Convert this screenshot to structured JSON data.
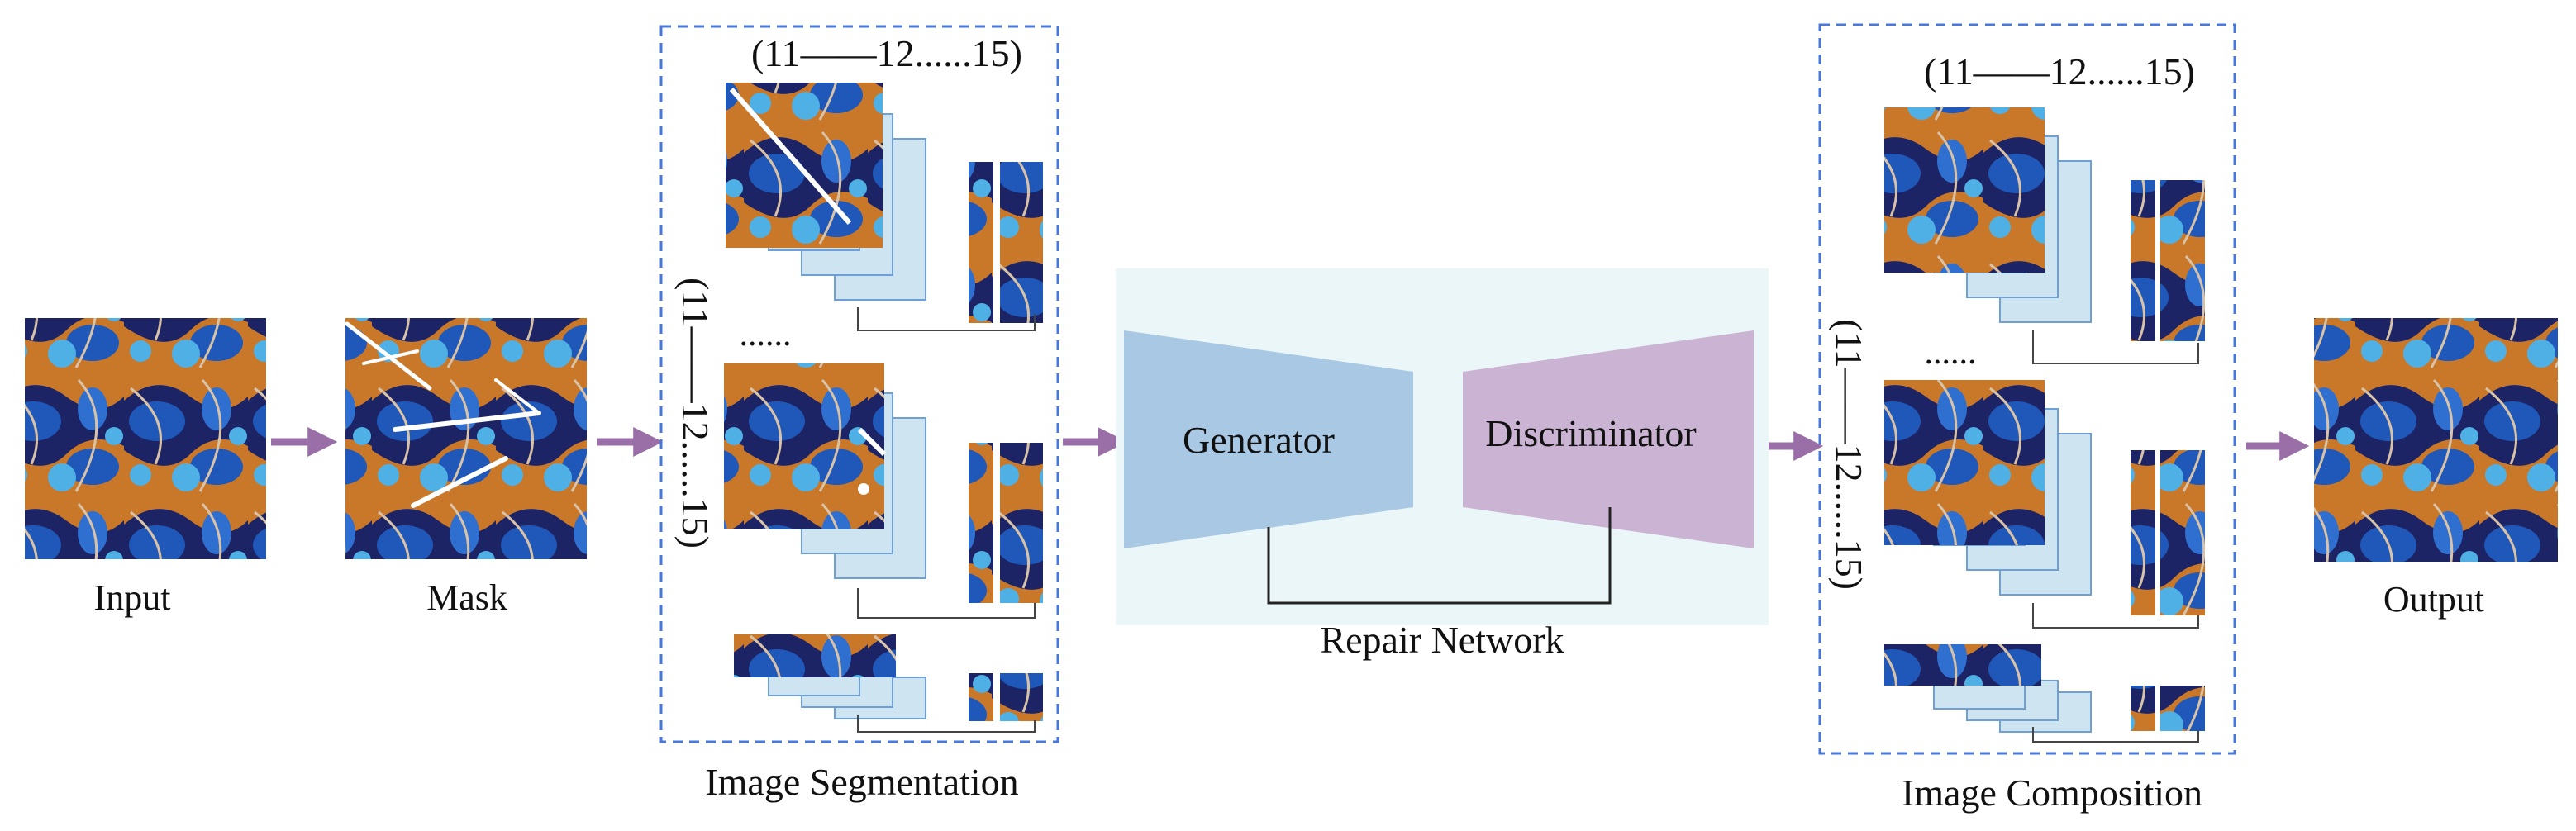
{
  "labels": {
    "input": "Input",
    "mask": "Mask",
    "segmentation": "Image Segmentation",
    "composition": "Image Composition",
    "output": "Output",
    "repair_network": "Repair Network",
    "generator": "Generator",
    "discriminator": "Discriminator"
  },
  "sequence": {
    "horizontal": "(11——12......15)",
    "vertical": "(11——12......15)",
    "ellipsis": "......"
  },
  "colors": {
    "arrow": "#9a6fa8",
    "dash_border": "#4a78d8",
    "panel": "#eaf6f7",
    "generator": "#a9c8e4",
    "discriminator": "#cbb3d4",
    "tile_fill": "#cfe4f1",
    "tile_stroke": "#6f9fd8",
    "pattern_orange": "#c9782a",
    "pattern_blue": "#1f58b8",
    "pattern_navy": "#1c2466",
    "pattern_light": "#4fb0e6"
  }
}
